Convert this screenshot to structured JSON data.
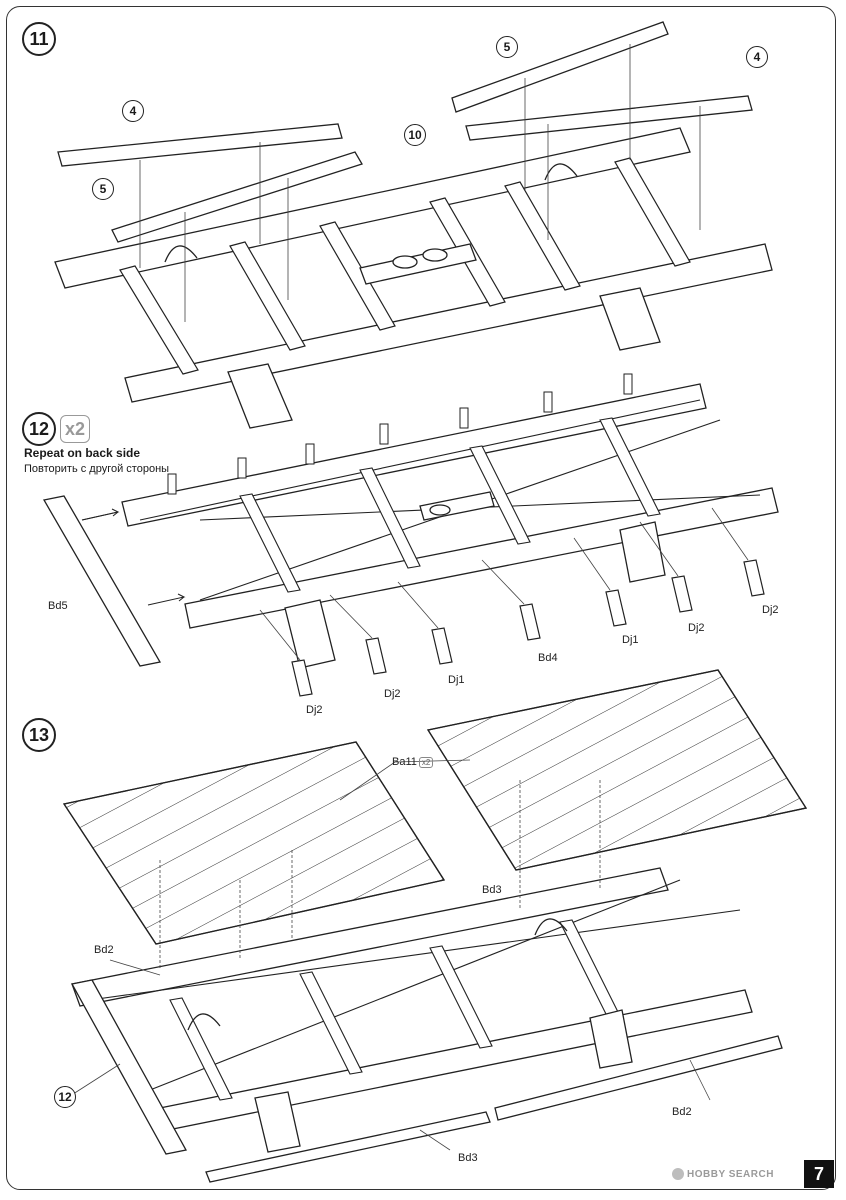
{
  "steps": [
    {
      "number": "11"
    },
    {
      "number": "12",
      "multiplier": "x2"
    },
    {
      "number": "13"
    }
  ],
  "step12_note": {
    "en": "Repeat on back side",
    "ru": "Повторить с другой стороны"
  },
  "step11_callouts": {
    "left_rail_top": "4",
    "left_rail_bottom": "5",
    "right_rail_top": "5",
    "right_rail_bottom": "4",
    "frame": "10"
  },
  "step12_labels": {
    "side_panel": "Bd5",
    "bracket_1": "Dj2",
    "bracket_2": "Dj2",
    "bracket_3": "Dj1",
    "bracket_4": "Bd4",
    "bracket_5": "Dj1",
    "bracket_6": "Dj2",
    "bracket_7": "Dj2"
  },
  "step13_labels": {
    "deck": "Ba11",
    "deck_multiplier": "x2",
    "rail_top": "Bd3",
    "rail_left": "Bd2",
    "sub_callout": "12",
    "rail_right": "Bd2",
    "rail_bottom": "Bd3"
  },
  "watermark": "HOBBY SEARCH",
  "page_number": "7"
}
